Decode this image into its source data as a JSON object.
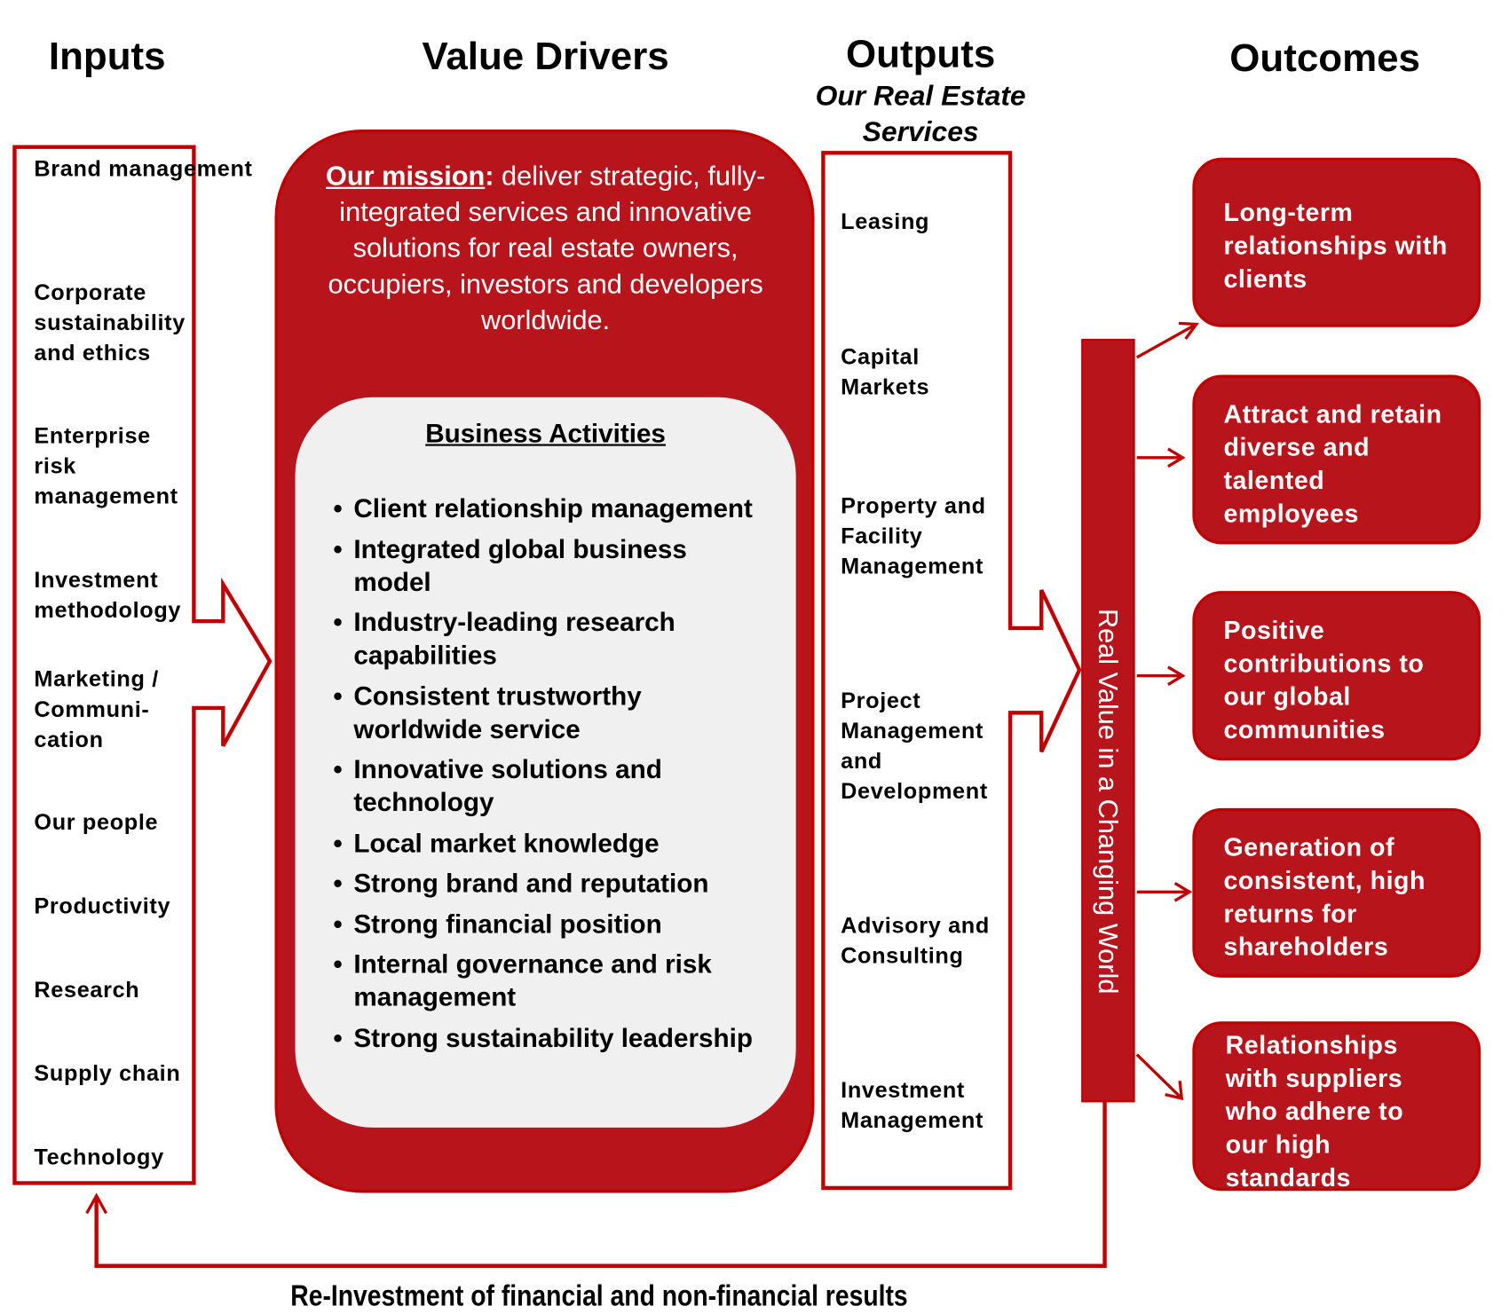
{
  "columns": {
    "inputs": {
      "title": "Inputs"
    },
    "value_drivers": {
      "title": "Value Drivers"
    },
    "outputs": {
      "title": "Outputs",
      "subtitle": "Our Real Estate Services"
    },
    "outcomes": {
      "title": "Outcomes"
    }
  },
  "inputs": [
    "Brand management",
    "Corporate sustainability and ethics",
    "Enterprise risk management",
    "Investment methodology",
    "Marketing / Communi-cation",
    "Our people",
    "Productivity",
    "Research",
    "Supply chain",
    "Technology"
  ],
  "mission": {
    "lead": "Our mission",
    "colon": ":",
    "text": " deliver strategic, fully-integrated services and innovative solutions for real estate owners, occupiers, investors and developers worldwide."
  },
  "business_activities": {
    "title": "Business Activities",
    "bullet": "•",
    "items": [
      "Client relationship management",
      "Integrated global business model",
      "Industry-leading research capabilities",
      "Consistent trustworthy worldwide service",
      "Innovative solutions and technology",
      "Local market knowledge",
      "Strong brand and reputation",
      "Strong financial position",
      "Internal governance and risk management",
      "Strong sustainability leadership"
    ]
  },
  "outputs": [
    "Leasing",
    "Capital Markets",
    "Property and Facility Management",
    "Project Management and Development",
    "Advisory and Consulting",
    "Investment Management"
  ],
  "value_bar": {
    "label": "Real Value in a Changing World"
  },
  "outcomes": [
    "Long-term relationships with clients",
    "Attract and retain diverse and talented employees",
    "Positive contributions to our global communities",
    "Generation of consistent, high returns for shareholders",
    "Relationships with suppliers who adhere to our high standards"
  ],
  "footer": {
    "label": "Re-Investment of financial and non-financial results"
  },
  "colors": {
    "brand_red": "#b8141c",
    "outline_red": "#c00000",
    "activities_bg": "#f1f0f1",
    "text": "#000000",
    "text_on_red": "#ffffff"
  }
}
